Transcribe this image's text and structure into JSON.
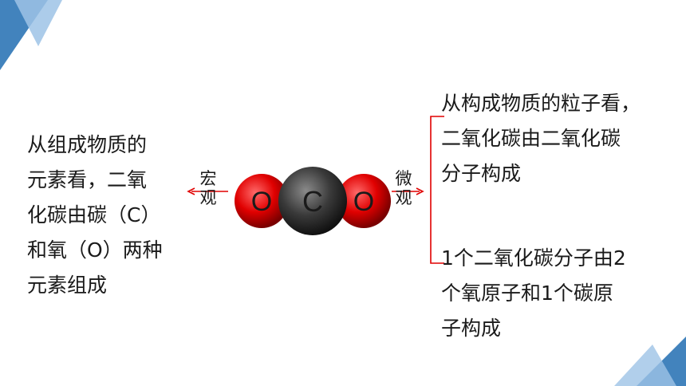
{
  "left_panel": {
    "lines": [
      "从组成物质的",
      "元素看，二氧",
      "化碳由碳（C）",
      "和氧（O）两种",
      "元素组成"
    ]
  },
  "labels": {
    "macro": [
      "宏",
      "观"
    ],
    "micro": [
      "微",
      "观"
    ]
  },
  "molecule": {
    "atoms": [
      {
        "symbol": "O",
        "color": "#e00000"
      },
      {
        "symbol": "C",
        "color": "#3a3a3a"
      },
      {
        "symbol": "O",
        "color": "#e00000"
      }
    ]
  },
  "right_panel": {
    "point1": [
      "从构成物质的粒子看，",
      "二氧化碳由二氧化碳",
      "分子构成"
    ],
    "point2": [
      "1个二氧化碳分子由2",
      "个氧原子和1个碳原",
      "子构成"
    ]
  },
  "colors": {
    "arrow": "#e00000",
    "deco_dark": "#2e75b6",
    "deco_light": "#9dc3e6"
  }
}
